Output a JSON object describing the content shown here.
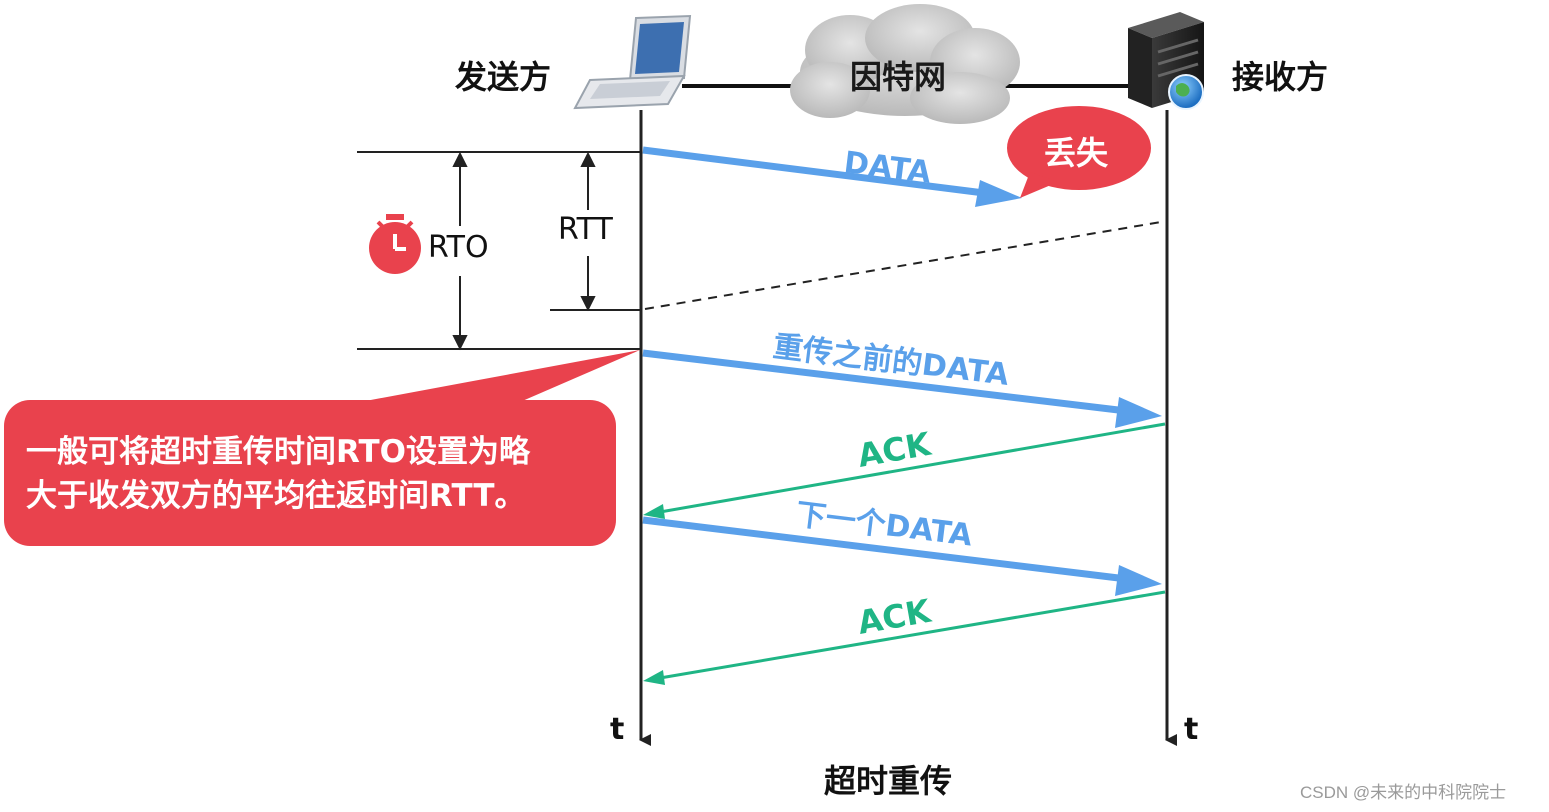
{
  "header": {
    "sender": "发送方",
    "internet": "因特网",
    "receiver": "接收方"
  },
  "timeline": {
    "left_t": "t",
    "right_t": "t"
  },
  "measures": {
    "rto": "RTO",
    "rtt": "RTT"
  },
  "messages": {
    "data": "DATA",
    "lost": "丢失",
    "retransmit": "重传之前的DATA",
    "ack1": "ACK",
    "next_data": "下一个DATA",
    "ack2": "ACK"
  },
  "note": {
    "line1": "一般可将超时重传时间RTO设置为略",
    "line2": "大于收发双方的平均往返时间RTT。"
  },
  "caption": "超时重传",
  "watermark": "CSDN @未来的中科院院士",
  "colors": {
    "data_arrow": "#5aa0ea",
    "ack_arrow": "#1fb585",
    "note_bg": "#e9424d",
    "lost_bubble": "#e9424d",
    "timer_icon": "#e9424d"
  },
  "icons": [
    "laptop-icon",
    "cloud-icon",
    "server-icon",
    "stopwatch-icon"
  ]
}
